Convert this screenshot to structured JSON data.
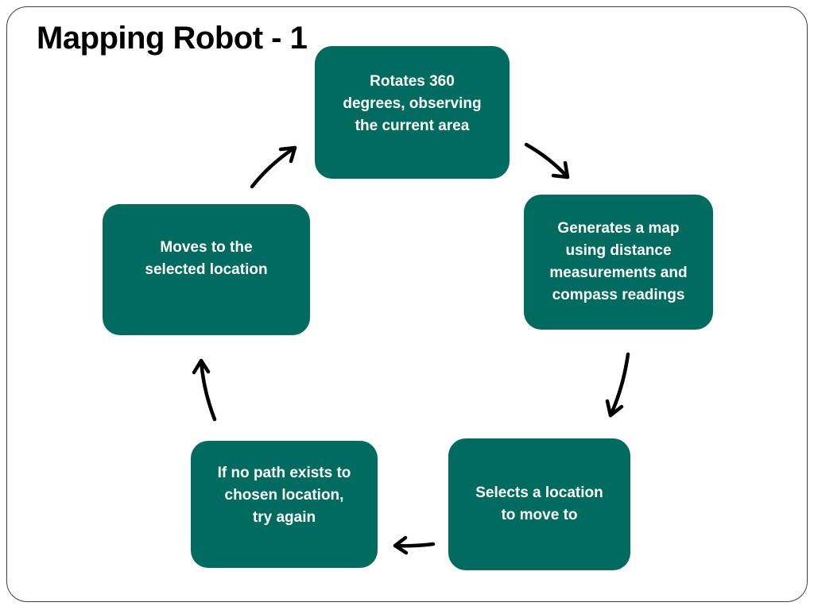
{
  "title": "Mapping Robot - 1",
  "colors": {
    "box_fill": "#006b5e",
    "box_text": "#ffffff",
    "arrow": "#000000",
    "title": "#000000"
  },
  "steps": [
    {
      "id": "rotate",
      "text": "Rotates 360\ndegrees, observing\nthe current area"
    },
    {
      "id": "map",
      "text": "Generates a map\nusing distance\nmeasurements and\ncompass readings"
    },
    {
      "id": "select",
      "text": "Selects a location\nto move to"
    },
    {
      "id": "retry",
      "text": "If no path exists to\nchosen location,\ntry again"
    },
    {
      "id": "move",
      "text": "Moves to the\nselected location"
    }
  ]
}
